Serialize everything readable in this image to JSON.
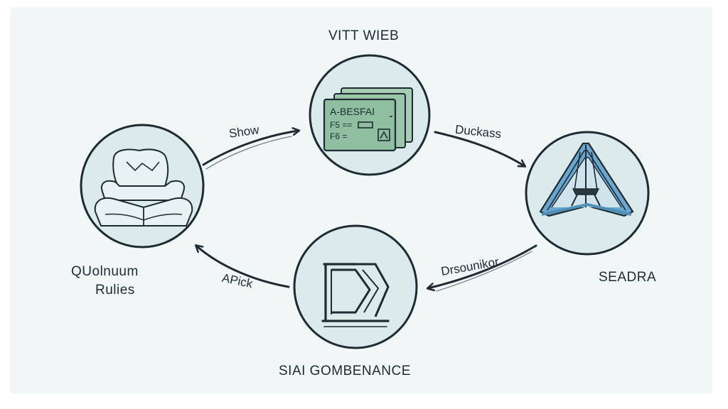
{
  "colors": {
    "background": "#f1f6f6",
    "node_fill": "#dbeaeb",
    "node_stroke": "#1f2a33",
    "arrow": "#1f2a33",
    "accent_green": "#8fbea0",
    "accent_blue": "#4f8fb8"
  },
  "nodes": {
    "top": {
      "label": "VITT WIEB",
      "icon": "document-stack-icon"
    },
    "right": {
      "label": "SEADRA",
      "icon": "tent-structure-icon"
    },
    "bottom": {
      "label": "SIAI GOMBENANCE",
      "icon": "monogram-bk-icon"
    },
    "left": {
      "label_line1": "QUolnuum",
      "label_line2": "Rulies",
      "icon": "cushion-chair-icon"
    }
  },
  "edges": {
    "left_to_top": "Show",
    "top_to_right": "Duckass",
    "right_to_bottom": "Drsounikor",
    "bottom_to_left": "APick"
  },
  "document_text": {
    "line1": "A-BESFAI",
    "line2": "F5 ==",
    "line3": "F6 ="
  }
}
